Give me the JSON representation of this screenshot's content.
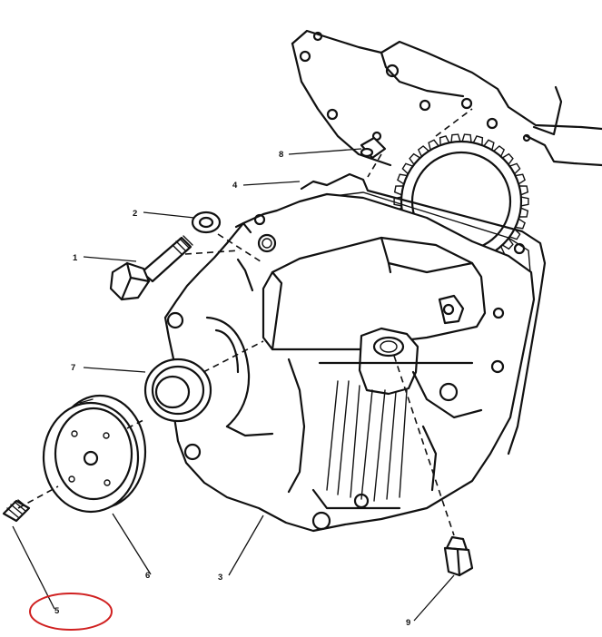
{
  "diagram": {
    "callouts": [
      {
        "id": "1",
        "label": "1"
      },
      {
        "id": "2",
        "label": "2"
      },
      {
        "id": "3",
        "label": "3"
      },
      {
        "id": "4",
        "label": "4"
      },
      {
        "id": "5",
        "label": "5"
      },
      {
        "id": "6",
        "label": "6"
      },
      {
        "id": "7",
        "label": "7"
      },
      {
        "id": "8",
        "label": "8"
      },
      {
        "id": "9",
        "label": "9"
      }
    ],
    "highlight": {
      "callout": "5",
      "color": "#d02020"
    },
    "colors": {
      "line": "#111111",
      "background": "#ffffff"
    }
  }
}
